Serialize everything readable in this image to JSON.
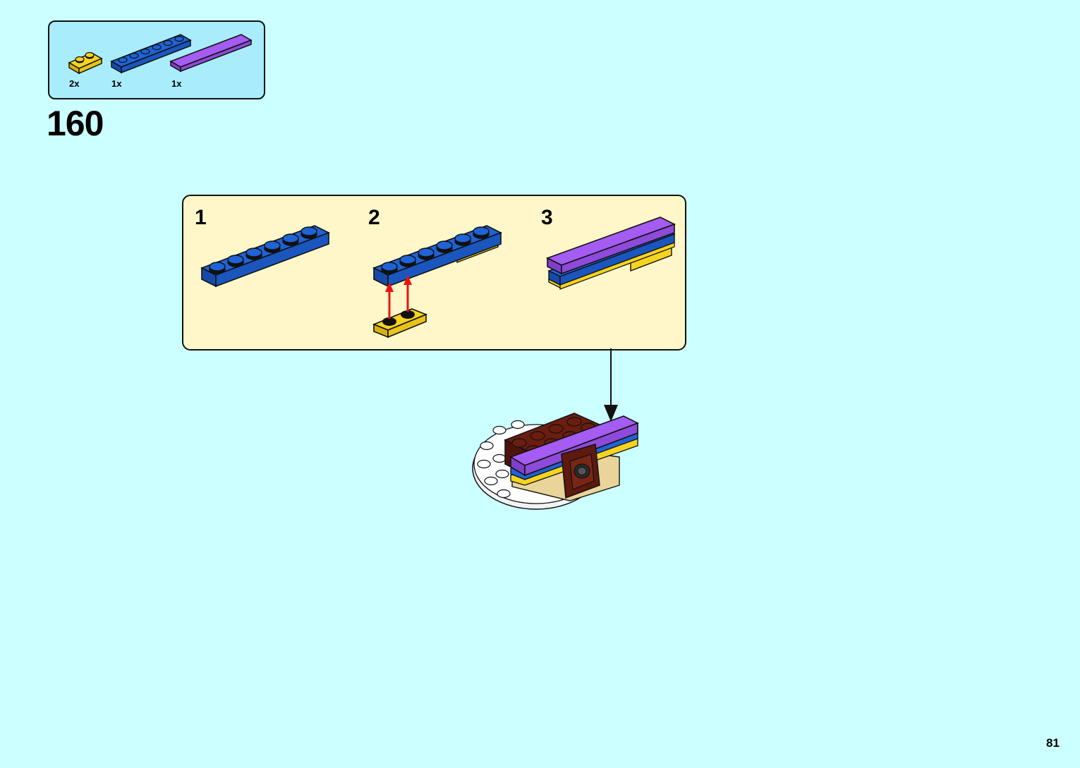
{
  "page": {
    "step_number": "160",
    "page_number": "81"
  },
  "parts_list": [
    {
      "name": "yellow-plate-1x2",
      "color": "#f5d320",
      "quantity": "2x"
    },
    {
      "name": "blue-plate-1x6",
      "color": "#1f63d6",
      "quantity": "1x"
    },
    {
      "name": "lavender-tile-1x6",
      "color": "#a45cf2",
      "quantity": "1x"
    }
  ],
  "sub_steps": [
    {
      "number": "1"
    },
    {
      "number": "2"
    },
    {
      "number": "3"
    }
  ],
  "colors": {
    "background": "#ccffff",
    "parts_box": "#a9ecfb",
    "substep_box": "#fff7c9",
    "yellow": "#f5d320",
    "blue": "#1f63d6",
    "lavender": "#a45cf2",
    "arrow_red": "#ee1111",
    "dark_red": "#5e1a0e",
    "tan": "#e9d59a"
  }
}
